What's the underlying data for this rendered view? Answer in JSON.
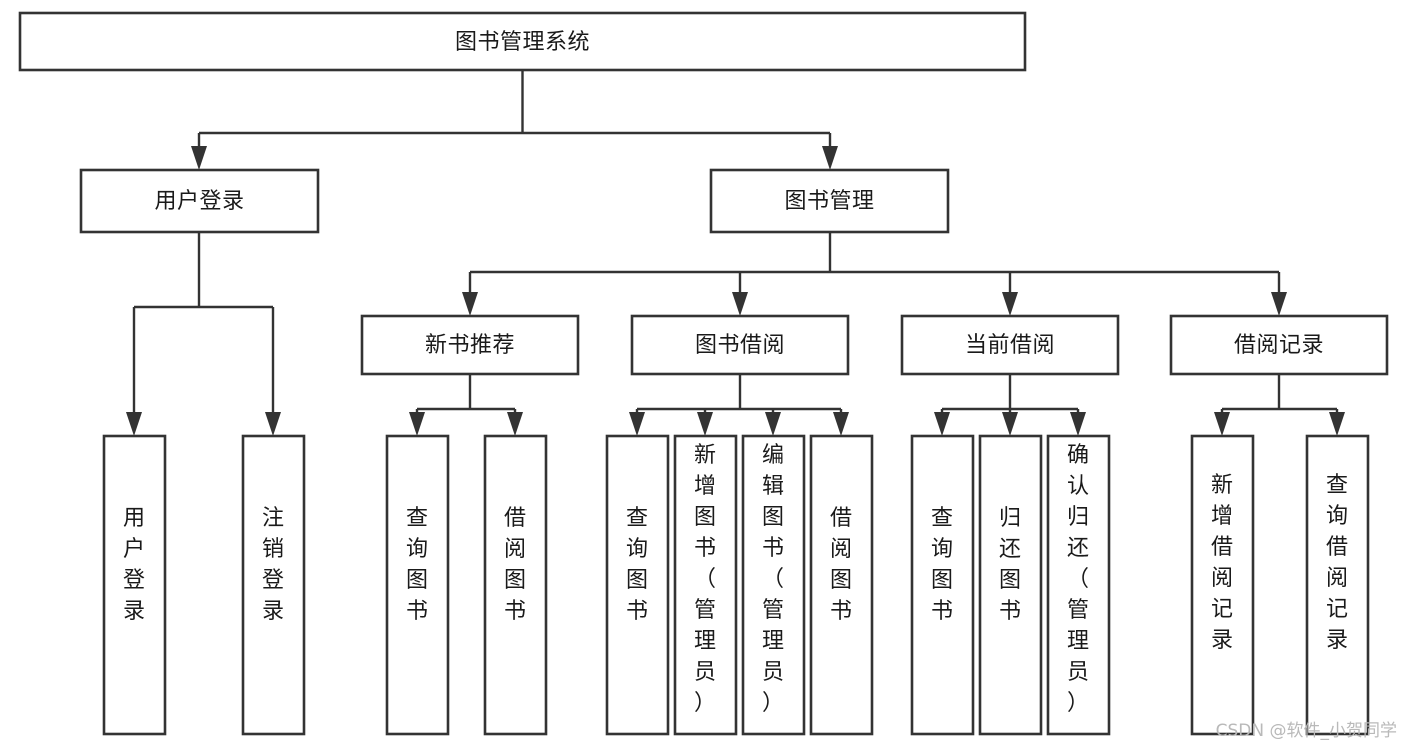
{
  "diagram": {
    "type": "tree-hierarchy-flowchart",
    "title": "图书管理系统",
    "orientation": "top-down",
    "watermark": "CSDN @软件_小贺同学",
    "style": {
      "box_fill": "#ffffff",
      "box_stroke": "#333333",
      "text_color": "#1a1a1a",
      "connector_color": "#333333",
      "background": "#ffffff",
      "watermark_color": "#b9b9b9"
    },
    "levels": [
      {
        "level": 1,
        "nodes": [
          {
            "id": "root",
            "label": "图书管理系统",
            "orientation": "horizontal"
          }
        ]
      },
      {
        "level": 2,
        "nodes": [
          {
            "id": "login",
            "label": "用户登录",
            "orientation": "horizontal",
            "parent": "root"
          },
          {
            "id": "bookmgmt",
            "label": "图书管理",
            "orientation": "horizontal",
            "parent": "root"
          }
        ]
      },
      {
        "level": 3,
        "nodes": [
          {
            "id": "newbook",
            "label": "新书推荐",
            "orientation": "horizontal",
            "parent": "bookmgmt"
          },
          {
            "id": "borrow",
            "label": "图书借阅",
            "orientation": "horizontal",
            "parent": "bookmgmt"
          },
          {
            "id": "current",
            "label": "当前借阅",
            "orientation": "horizontal",
            "parent": "bookmgmt"
          },
          {
            "id": "records",
            "label": "借阅记录",
            "orientation": "horizontal",
            "parent": "bookmgmt"
          }
        ]
      },
      {
        "level": 4,
        "nodes": [
          {
            "id": "leaf-user-login",
            "label": "用户登录",
            "orientation": "vertical",
            "parent": "login"
          },
          {
            "id": "leaf-user-logout",
            "label": "注销登录",
            "orientation": "vertical",
            "parent": "login"
          },
          {
            "id": "leaf-query-book-1",
            "label": "查询图书",
            "orientation": "vertical",
            "parent": "newbook"
          },
          {
            "id": "leaf-borrow-book-1",
            "label": "借阅图书",
            "orientation": "vertical",
            "parent": "newbook"
          },
          {
            "id": "leaf-query-book-2",
            "label": "查询图书",
            "orientation": "vertical",
            "parent": "borrow"
          },
          {
            "id": "leaf-add-book",
            "label": "新增图书（管理员）",
            "orientation": "vertical",
            "parent": "borrow"
          },
          {
            "id": "leaf-edit-book",
            "label": "编辑图书（管理员）",
            "orientation": "vertical",
            "parent": "borrow"
          },
          {
            "id": "leaf-borrow-book-2",
            "label": "借阅图书",
            "orientation": "vertical",
            "parent": "borrow"
          },
          {
            "id": "leaf-query-book-3",
            "label": "查询图书",
            "orientation": "vertical",
            "parent": "current"
          },
          {
            "id": "leaf-return-book",
            "label": "归还图书",
            "orientation": "vertical",
            "parent": "current"
          },
          {
            "id": "leaf-confirm-return",
            "label": "确认归还（管理员）",
            "orientation": "vertical",
            "parent": "current"
          },
          {
            "id": "leaf-add-record",
            "label": "新增借阅记录",
            "orientation": "vertical",
            "parent": "records"
          },
          {
            "id": "leaf-query-record",
            "label": "查询借阅记录",
            "orientation": "vertical",
            "parent": "records"
          }
        ]
      }
    ],
    "edges": [
      {
        "from": "root",
        "to": "login"
      },
      {
        "from": "root",
        "to": "bookmgmt"
      },
      {
        "from": "login",
        "to": "leaf-user-login"
      },
      {
        "from": "login",
        "to": "leaf-user-logout"
      },
      {
        "from": "bookmgmt",
        "to": "newbook"
      },
      {
        "from": "bookmgmt",
        "to": "borrow"
      },
      {
        "from": "bookmgmt",
        "to": "current"
      },
      {
        "from": "bookmgmt",
        "to": "records"
      },
      {
        "from": "newbook",
        "to": "leaf-query-book-1"
      },
      {
        "from": "newbook",
        "to": "leaf-borrow-book-1"
      },
      {
        "from": "borrow",
        "to": "leaf-query-book-2"
      },
      {
        "from": "borrow",
        "to": "leaf-add-book"
      },
      {
        "from": "borrow",
        "to": "leaf-edit-book"
      },
      {
        "from": "borrow",
        "to": "leaf-borrow-book-2"
      },
      {
        "from": "current",
        "to": "leaf-query-book-3"
      },
      {
        "from": "current",
        "to": "leaf-return-book"
      },
      {
        "from": "current",
        "to": "leaf-confirm-return"
      },
      {
        "from": "records",
        "to": "leaf-add-record"
      },
      {
        "from": "records",
        "to": "leaf-query-record"
      }
    ]
  }
}
